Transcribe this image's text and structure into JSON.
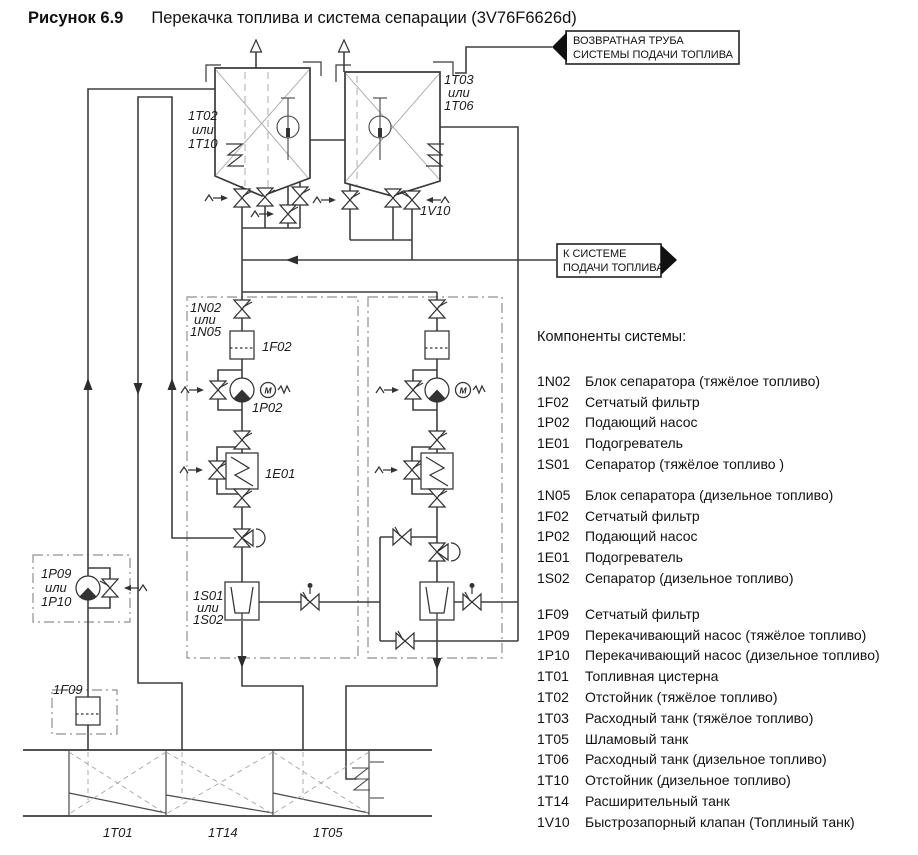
{
  "figure": {
    "label": "Рисунок 6.9",
    "title": "Перекачка топлива и система сепарации (3V76F6626d)"
  },
  "callouts": {
    "return_pipe": [
      "ВОЗВРАТНАЯ ТРУБА",
      "СИСТЕМЫ ПОДАЧИ ТОПЛИВА"
    ],
    "to_supply": [
      "К СИСТЕМЕ",
      "ПОДАЧИ ТОПЛИВА"
    ]
  },
  "diagram_labels": {
    "settling_tank": [
      "1T02",
      "или",
      "1T10"
    ],
    "day_tank": [
      "1T03",
      "или",
      "1T06"
    ],
    "quick_closing_valve": "1V10",
    "separator_unit": [
      "1N02",
      "или",
      "1N05"
    ],
    "strainer": "1F02",
    "feed_pump": "1P02",
    "heater": "1E01",
    "separator": [
      "1S01",
      "или",
      "1S02"
    ],
    "transfer_pump": [
      "1P09",
      "или",
      "1P10"
    ],
    "transfer_strainer": "1F09",
    "motor_letter": "М",
    "tank_1t01": "1T01",
    "tank_1t14": "1T14",
    "tank_1t05": "1T05"
  },
  "components": {
    "heading": "Компоненты системы:",
    "groups": [
      {
        "items": [
          {
            "code": "1N02",
            "name": "Блок сепаратора (тяжёлое топливо)"
          },
          {
            "code": "1F02",
            "name": "Сетчатый фильтр"
          },
          {
            "code": "1P02",
            "name": "Подающий насос"
          },
          {
            "code": "1E01",
            "name": "Подогреватель"
          },
          {
            "code": "1S01",
            "name": "Сепаратор (тяжёлое топливо )"
          }
        ]
      },
      {
        "items": [
          {
            "code": "1N05",
            "name": "Блок сепаратора (дизельное топливо)"
          },
          {
            "code": "1F02",
            "name": "Сетчатый фильтр"
          },
          {
            "code": "1P02",
            "name": "Подающий насос"
          },
          {
            "code": "1E01",
            "name": "Подогреватель"
          },
          {
            "code": "1S02",
            "name": "Сепаратор (дизельное топливо)"
          }
        ]
      },
      {
        "items": [
          {
            "code": "1F09",
            "name": "Сетчатый фильтр"
          },
          {
            "code": "1P09",
            "name": "Перекачивающий насос (тяжёлое топливо)"
          },
          {
            "code": "1P10",
            "name": "Перекачивающий насос (дизельное топливо)"
          },
          {
            "code": "1T01",
            "name": "Топливная цистерна"
          },
          {
            "code": "1T02",
            "name": "Отстойник (тяжёлое топливо)"
          },
          {
            "code": "1T03",
            "name": "Расходный танк (тяжёлое топливо)"
          },
          {
            "code": "1T05",
            "name": "Шламовый танк"
          },
          {
            "code": "1T06",
            "name": "Расходный танк (дизельное топливо)"
          },
          {
            "code": "1T10",
            "name": "Отстойник (дизельное топливо)"
          },
          {
            "code": "1T14",
            "name": "Расширительный танк"
          },
          {
            "code": "1V10",
            "name": "Быстрозапорный клапан (Топлиный танк)"
          }
        ]
      }
    ]
  }
}
